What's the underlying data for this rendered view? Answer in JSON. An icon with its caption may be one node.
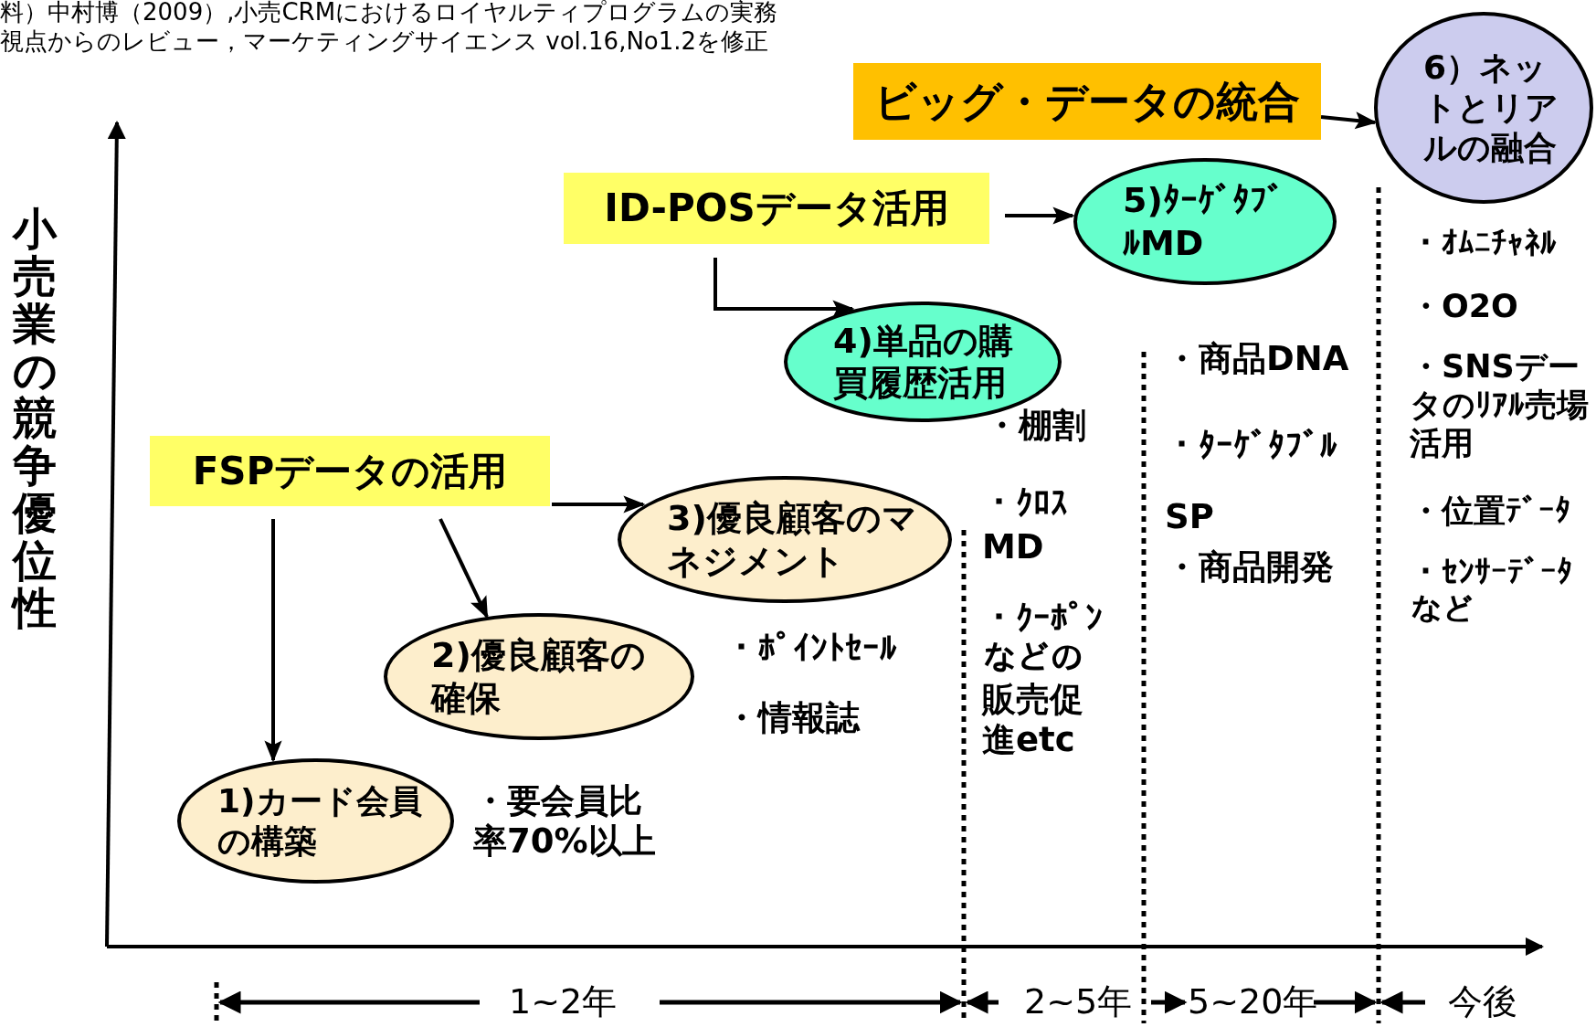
{
  "diagram": {
    "nodes": [
      {
        "text": [
          "ビッグ・データの統合"
        ]
      },
      {
        "text": [
          "6）ネットとリアルの融合"
        ]
      },
      {
        "text": [
          "ID-POSデータ活用"
        ]
      },
      {
        "text": [
          "5)ﾀｰｹﾞﾀﾌﾞﾙMD"
        ]
      },
      {
        "text": [
          "4)単品の購買履歴活用"
        ]
      },
      {
        "text": [
          "FSPデータの活用"
        ]
      },
      {
        "text": [
          "3)優良顧客のマネジメント"
        ]
      },
      {
        "text": [
          "2)優良顧客の確保"
        ]
      },
      {
        "text": [
          "1)カード会員の構築"
        ]
      }
    ],
    "edges": [
      {
        "from": 0,
        "to": 1,
        "arrow": "to"
      },
      {
        "from": 2,
        "to": 3,
        "arrow": "to"
      },
      {
        "from": 2,
        "to": 4,
        "arrow": "to"
      },
      {
        "from": 5,
        "to": 6,
        "arrow": "to"
      },
      {
        "from": 5,
        "to": 7,
        "arrow": "to"
      },
      {
        "from": 5,
        "to": 8,
        "arrow": "to"
      }
    ],
    "labels": [
      "料）中村博（2009）,小売CRMにおけるロイヤルティプログラムの実務",
      "視点からのレビュー，マーケティングサイエンス vol.16,No1.2を修正",
      "小売業の競争優位性",
      "・要会員比率70%以上",
      "・ﾎﾟｲﾝﾄｾｰﾙ",
      "・情報誌",
      "・棚割",
      "・ｸﾛｽMD",
      "・ｸｰﾎﾟﾝなどの販売促進etc",
      "・商品DNA",
      "・ﾀｰｹﾞﾀﾌﾞﾙSP",
      "・商品開発",
      "・ｵﾑﾆﾁｬﾈﾙ",
      "・O2O",
      "・SNSデータのﾘｱﾙ売場活用",
      "・位置ﾃﾞｰﾀ",
      "・ｾﾝｻｰﾃﾞｰﾀなど",
      "1~2年",
      "2~5年",
      "5~20年",
      "今後"
    ]
  }
}
